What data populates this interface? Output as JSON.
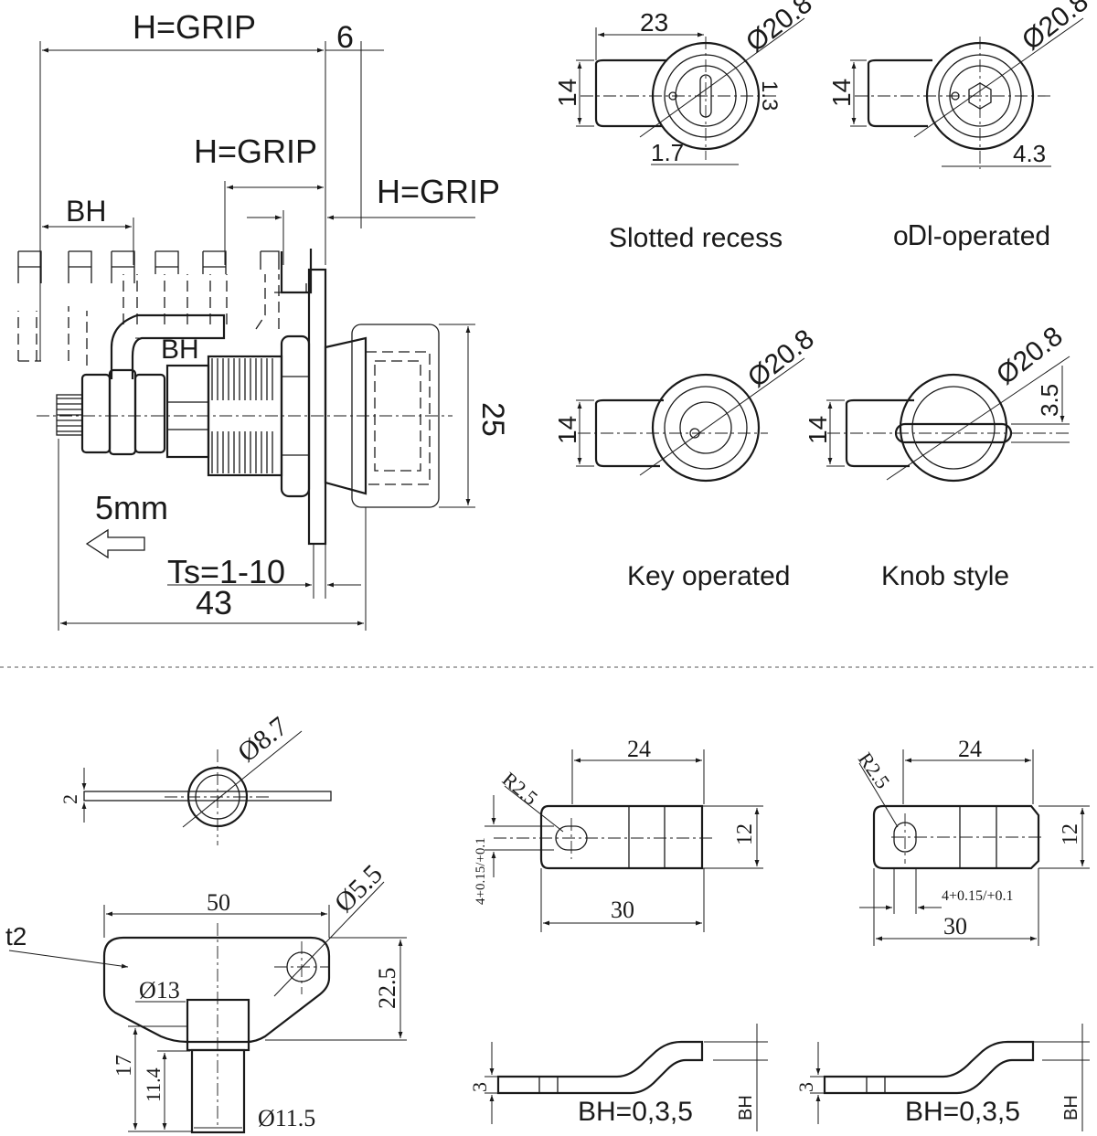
{
  "main_view": {
    "grip_top": "H=GRIP",
    "six": "6",
    "grip_mid": "H=GRIP",
    "grip_right": "H=GRIP",
    "bh_top": "BH",
    "bh_mid": "BH",
    "twentyfive": "25",
    "five_mm": "5mm",
    "ts": "Ts=1-10",
    "fortythree": "43"
  },
  "cylinders": {
    "slotted": {
      "caption": "Slotted recess",
      "width": "23",
      "dia": "Ø20.8",
      "height": "14",
      "slot": "1.3",
      "slot_w": "1.7"
    },
    "tool": {
      "caption": "oᎠl-operated",
      "dia": "Ø20.8",
      "height": "14",
      "hex": "4.3"
    },
    "key": {
      "caption": "Key operated",
      "dia": "Ø20.8",
      "height": "14"
    },
    "knob": {
      "caption": "Knob style",
      "dia": "Ø20.8",
      "height": "14",
      "knob": "3.5"
    }
  },
  "tongue": {
    "top_dia": "Ø8.7",
    "top_thk": "2",
    "thickness": "t2",
    "length": "50",
    "hole": "Ø5.5",
    "height": "22.5",
    "boss": "Ø13",
    "len17": "17",
    "len114": "11.4",
    "shaft": "Ø11.5"
  },
  "cam_a": {
    "r": "R2.5",
    "w24": "24",
    "h12": "12",
    "tol": "4+0.15/+0.1",
    "w30": "30",
    "t3": "3",
    "bh_label": "BH=0,3,5",
    "bh": "BH"
  },
  "cam_b": {
    "r": "R2.5",
    "w24": "24",
    "h12": "12",
    "tol": "4+0.15/+0.1",
    "w30": "30",
    "t3": "3",
    "bh_label": "BH=0,3,5",
    "bh": "BH"
  }
}
